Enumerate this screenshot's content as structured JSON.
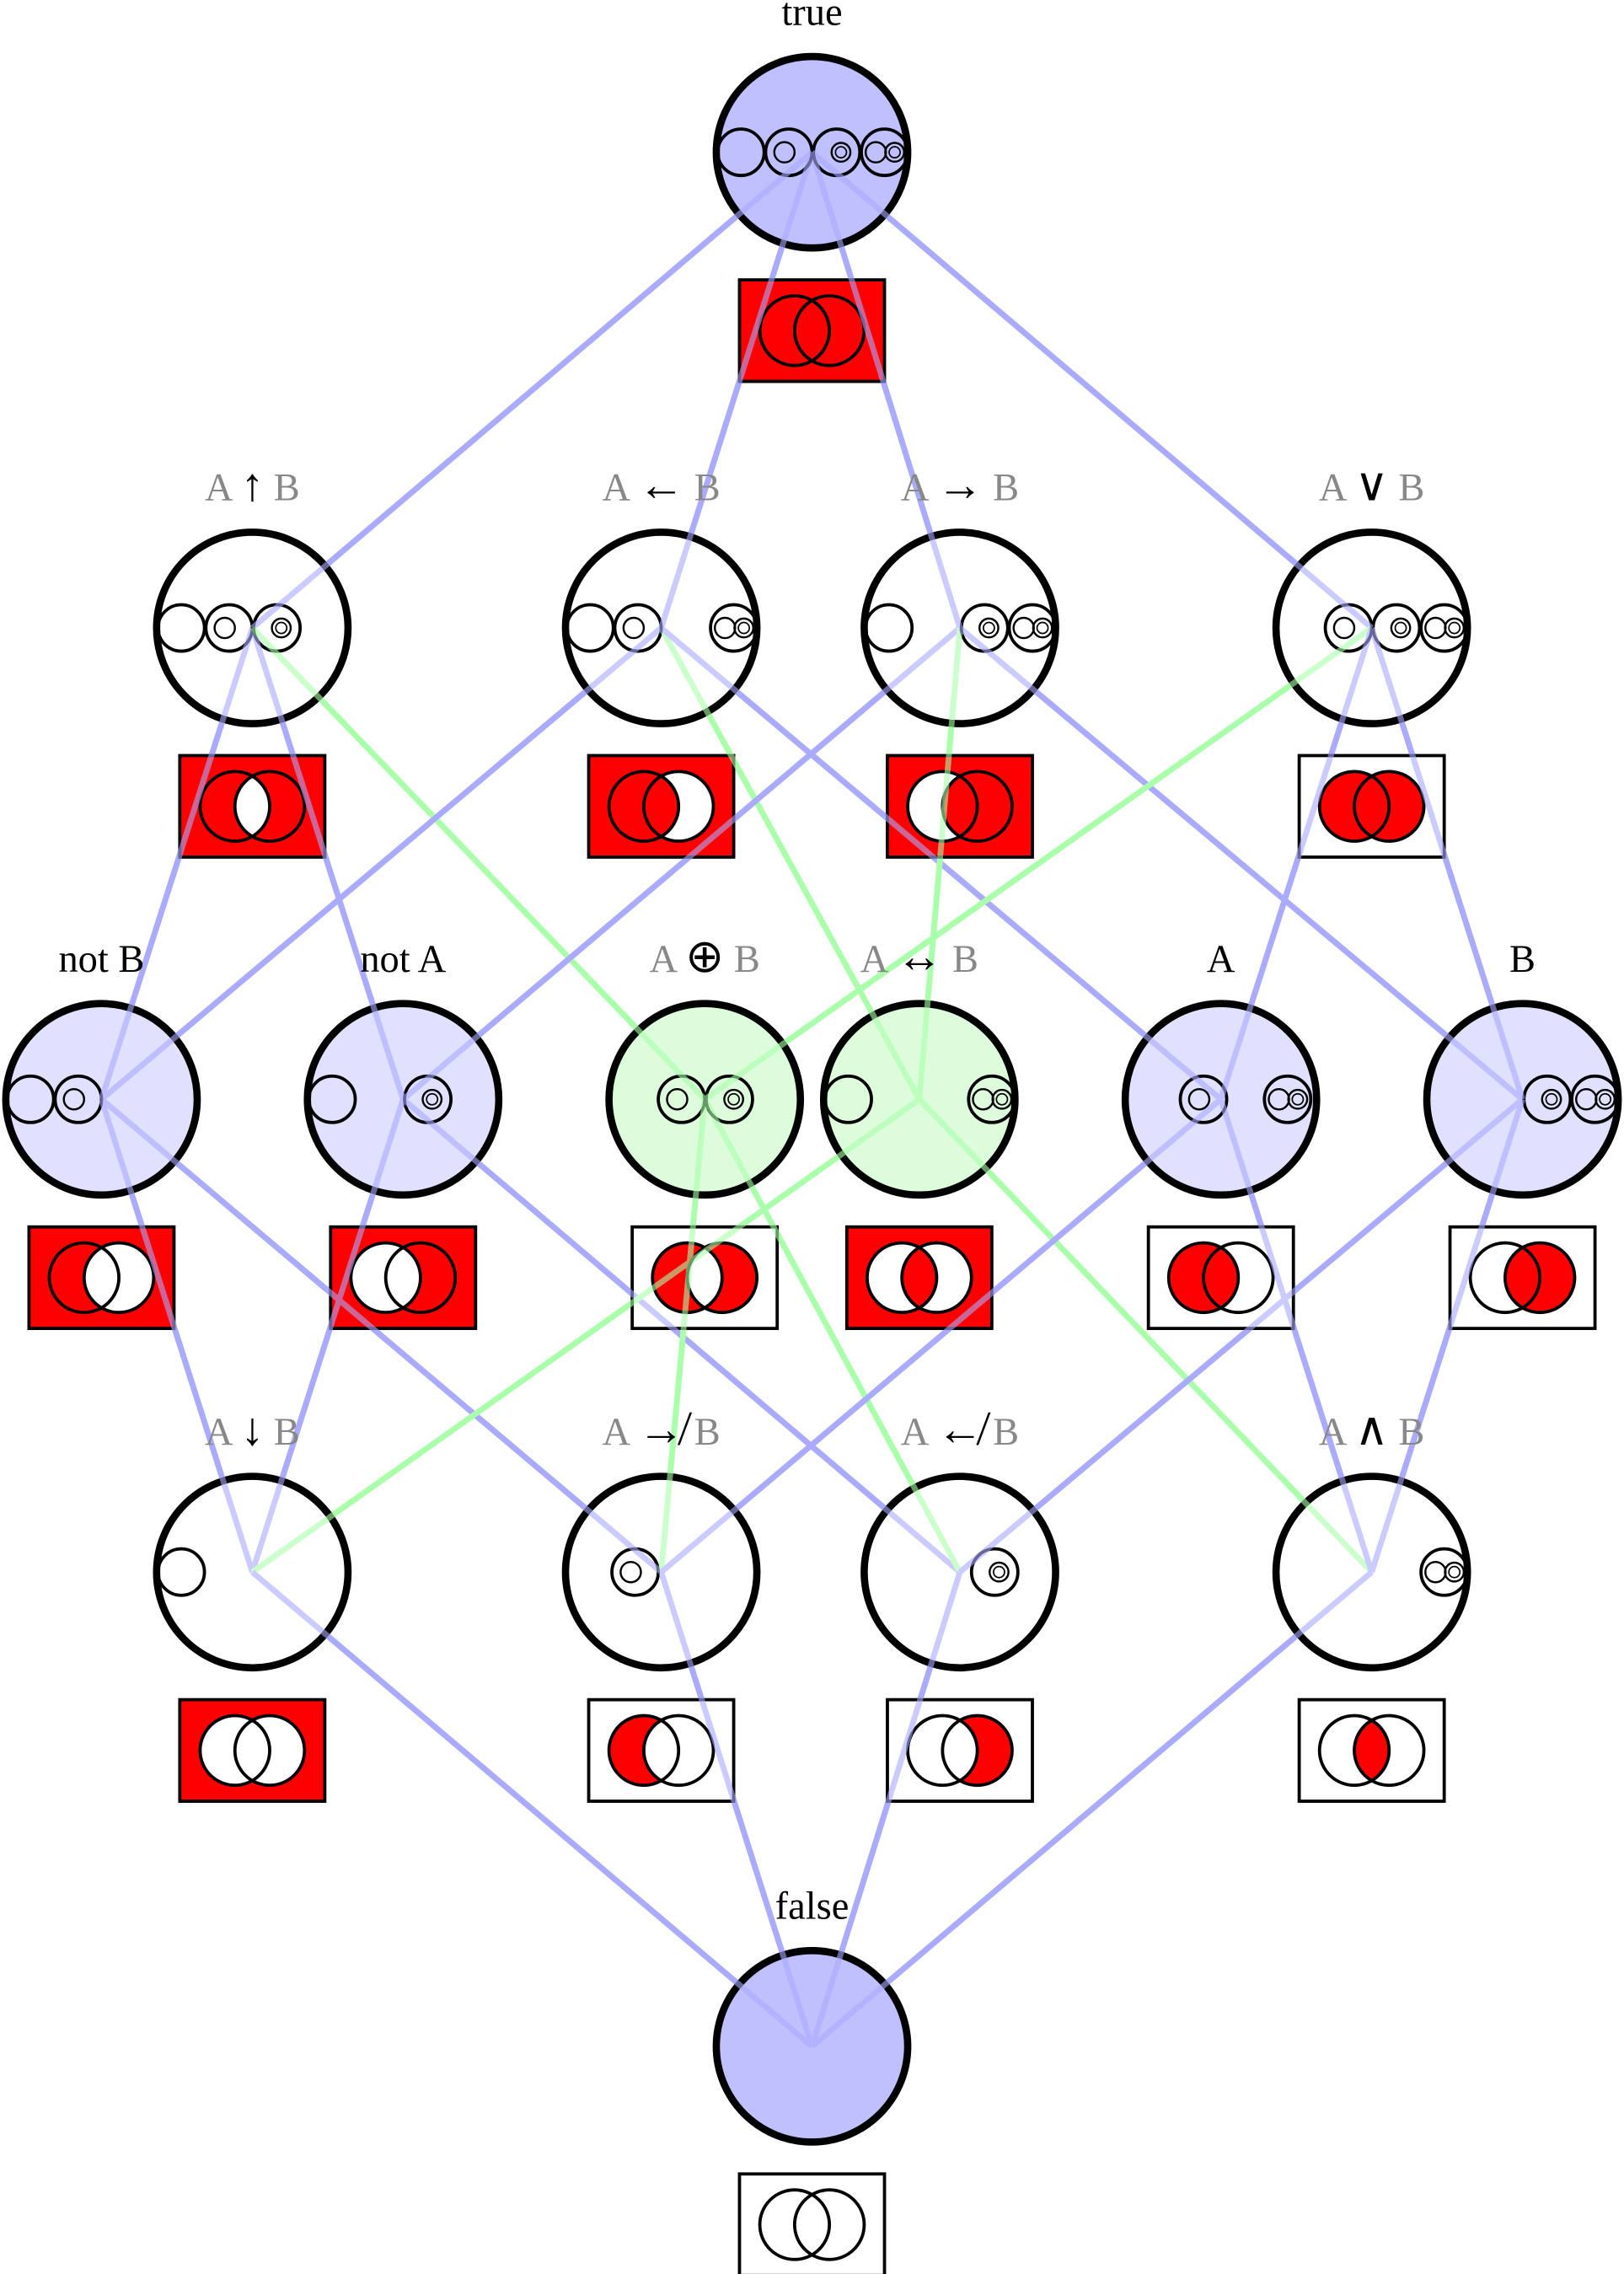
{
  "title": "Lattice of 2-ary Boolean functions",
  "colors": {
    "edge_blue": "#aaaaff",
    "edge_green": "#aaffaa",
    "node_blue_dark": "#c0c0ff",
    "node_blue_light": "#e0e0ff",
    "node_green": "#dcfcdc",
    "node_white": "#ffffff",
    "venn_fill": "#ff0000",
    "stroke": "#000000",
    "label_var": "#888888"
  },
  "nodes": [
    {
      "id": "true",
      "row": 0,
      "col": 560,
      "label": "true",
      "label_type": "text",
      "fill": "node_blue_dark",
      "inner": [
        "e",
        "a",
        "b",
        "ab"
      ],
      "inner_pos": "center",
      "venn": {
        "outside": true,
        "a_only": true,
        "b_only": true,
        "both": true
      }
    },
    {
      "id": "nand",
      "row": 1,
      "col": 174,
      "label": {
        "a": "A",
        "op": "↑",
        "b": "B"
      },
      "label_type": "op",
      "fill": "node_white",
      "inner": [
        "e",
        "a",
        "b"
      ],
      "inner_pos": "left",
      "venn": {
        "outside": true,
        "a_only": true,
        "b_only": true,
        "both": false
      }
    },
    {
      "id": "converse",
      "row": 1,
      "col": 456,
      "label": {
        "a": "A",
        "op": "←",
        "b": "B"
      },
      "label_type": "op",
      "fill": "node_white",
      "inner": [
        "e",
        "a",
        "_",
        "ab"
      ],
      "inner_pos": "spread",
      "venn": {
        "outside": true,
        "a_only": true,
        "b_only": false,
        "both": true
      }
    },
    {
      "id": "implies",
      "row": 1,
      "col": 662,
      "label": {
        "a": "A",
        "op": "→",
        "b": "B"
      },
      "label_type": "op",
      "fill": "node_white",
      "inner": [
        "e",
        "_",
        "b",
        "ab"
      ],
      "inner_pos": "spread",
      "venn": {
        "outside": true,
        "a_only": false,
        "b_only": true,
        "both": true
      }
    },
    {
      "id": "or",
      "row": 1,
      "col": 946,
      "label": {
        "a": "A",
        "op": "∨",
        "b": "B"
      },
      "label_type": "op",
      "fill": "node_white",
      "inner": [
        "a",
        "b",
        "ab"
      ],
      "inner_pos": "right",
      "venn": {
        "outside": false,
        "a_only": true,
        "b_only": true,
        "both": true
      }
    },
    {
      "id": "not_b",
      "row": 2,
      "col": 70,
      "label": "not B",
      "label_type": "text",
      "fill": "node_blue_light",
      "inner": [
        "e",
        "a"
      ],
      "inner_pos": "left",
      "venn": {
        "outside": true,
        "a_only": true,
        "b_only": false,
        "both": false
      }
    },
    {
      "id": "not_a",
      "row": 2,
      "col": 278,
      "label": "not A",
      "label_type": "text",
      "fill": "node_blue_light",
      "inner": [
        "e",
        "_",
        "b"
      ],
      "inner_pos": "spread",
      "venn": {
        "outside": true,
        "a_only": false,
        "b_only": true,
        "both": false
      }
    },
    {
      "id": "xor",
      "row": 2,
      "col": 486,
      "label": {
        "a": "A",
        "op": "⊕",
        "b": "B"
      },
      "label_type": "op",
      "fill": "node_green",
      "inner": [
        "a",
        "b"
      ],
      "inner_pos": "center",
      "venn": {
        "outside": false,
        "a_only": true,
        "b_only": true,
        "both": false
      }
    },
    {
      "id": "xnor",
      "row": 2,
      "col": 634,
      "label": {
        "a": "A",
        "op": "↔",
        "b": "B"
      },
      "label_type": "op",
      "fill": "node_green",
      "inner": [
        "e",
        "_",
        "_",
        "ab"
      ],
      "inner_pos": "spread",
      "venn": {
        "outside": true,
        "a_only": false,
        "b_only": false,
        "both": true
      }
    },
    {
      "id": "a",
      "row": 2,
      "col": 842,
      "label": "A",
      "label_type": "text",
      "fill": "node_blue_light",
      "inner": [
        "_",
        "a",
        "_",
        "ab"
      ],
      "inner_pos": "spread2",
      "venn": {
        "outside": false,
        "a_only": true,
        "b_only": false,
        "both": true
      }
    },
    {
      "id": "b",
      "row": 2,
      "col": 1050,
      "label": "B",
      "label_type": "text",
      "fill": "node_blue_light",
      "inner": [
        "b",
        "ab"
      ],
      "inner_pos": "right",
      "venn": {
        "outside": false,
        "a_only": false,
        "b_only": true,
        "both": true
      }
    },
    {
      "id": "nor",
      "row": 3,
      "col": 174,
      "label": {
        "a": "A",
        "op": "↓",
        "b": "B"
      },
      "label_type": "op",
      "fill": "node_white",
      "inner": [
        "e"
      ],
      "inner_pos": "left",
      "venn": {
        "outside": true,
        "a_only": false,
        "b_only": false,
        "both": false
      }
    },
    {
      "id": "nimply",
      "row": 3,
      "col": 456,
      "label": {
        "a": "A",
        "op": "↛",
        "b": "B"
      },
      "label_type": "op",
      "fill": "node_white",
      "inner": [
        "a"
      ],
      "inner_pos": "slightleft",
      "venn": {
        "outside": false,
        "a_only": true,
        "b_only": false,
        "both": false
      }
    },
    {
      "id": "ncimply",
      "row": 3,
      "col": 662,
      "label": {
        "a": "A",
        "op": "↚",
        "b": "B"
      },
      "label_type": "op",
      "fill": "node_white",
      "inner": [
        "b"
      ],
      "inner_pos": "slightright",
      "venn": {
        "outside": false,
        "a_only": false,
        "b_only": true,
        "both": false
      }
    },
    {
      "id": "and",
      "row": 3,
      "col": 946,
      "label": {
        "a": "A",
        "op": "∧",
        "b": "B"
      },
      "label_type": "op",
      "fill": "node_white",
      "inner": [
        "ab"
      ],
      "inner_pos": "right",
      "venn": {
        "outside": false,
        "a_only": false,
        "b_only": false,
        "both": true
      }
    },
    {
      "id": "false",
      "row": 4,
      "col": 560,
      "label": "false",
      "label_type": "text",
      "fill": "node_blue_dark",
      "inner": [],
      "inner_pos": "center",
      "venn": {
        "outside": false,
        "a_only": false,
        "b_only": false,
        "both": false
      }
    }
  ],
  "edges": [
    {
      "from": "true",
      "to": "nand",
      "color": "edge_blue"
    },
    {
      "from": "true",
      "to": "converse",
      "color": "edge_blue"
    },
    {
      "from": "true",
      "to": "implies",
      "color": "edge_blue"
    },
    {
      "from": "true",
      "to": "or",
      "color": "edge_blue"
    },
    {
      "from": "nand",
      "to": "not_b",
      "color": "edge_blue"
    },
    {
      "from": "nand",
      "to": "not_a",
      "color": "edge_blue"
    },
    {
      "from": "nand",
      "to": "xor",
      "color": "edge_green"
    },
    {
      "from": "converse",
      "to": "not_b",
      "color": "edge_blue"
    },
    {
      "from": "converse",
      "to": "xnor",
      "color": "edge_green"
    },
    {
      "from": "converse",
      "to": "a",
      "color": "edge_blue"
    },
    {
      "from": "implies",
      "to": "not_a",
      "color": "edge_blue"
    },
    {
      "from": "implies",
      "to": "xnor",
      "color": "edge_green"
    },
    {
      "from": "implies",
      "to": "b",
      "color": "edge_blue"
    },
    {
      "from": "or",
      "to": "xor",
      "color": "edge_green"
    },
    {
      "from": "or",
      "to": "a",
      "color": "edge_blue"
    },
    {
      "from": "or",
      "to": "b",
      "color": "edge_blue"
    },
    {
      "from": "not_b",
      "to": "nor",
      "color": "edge_blue"
    },
    {
      "from": "not_b",
      "to": "nimply",
      "color": "edge_blue"
    },
    {
      "from": "not_a",
      "to": "nor",
      "color": "edge_blue"
    },
    {
      "from": "not_a",
      "to": "ncimply",
      "color": "edge_blue"
    },
    {
      "from": "xor",
      "to": "nimply",
      "color": "edge_green"
    },
    {
      "from": "xor",
      "to": "ncimply",
      "color": "edge_green"
    },
    {
      "from": "xnor",
      "to": "nor",
      "color": "edge_green"
    },
    {
      "from": "xnor",
      "to": "and",
      "color": "edge_green"
    },
    {
      "from": "a",
      "to": "nimply",
      "color": "edge_blue"
    },
    {
      "from": "a",
      "to": "and",
      "color": "edge_blue"
    },
    {
      "from": "b",
      "to": "ncimply",
      "color": "edge_blue"
    },
    {
      "from": "b",
      "to": "and",
      "color": "edge_blue"
    },
    {
      "from": "nor",
      "to": "false",
      "color": "edge_blue"
    },
    {
      "from": "nimply",
      "to": "false",
      "color": "edge_blue"
    },
    {
      "from": "ncimply",
      "to": "false",
      "color": "edge_blue"
    },
    {
      "from": "and",
      "to": "false",
      "color": "edge_blue"
    }
  ]
}
